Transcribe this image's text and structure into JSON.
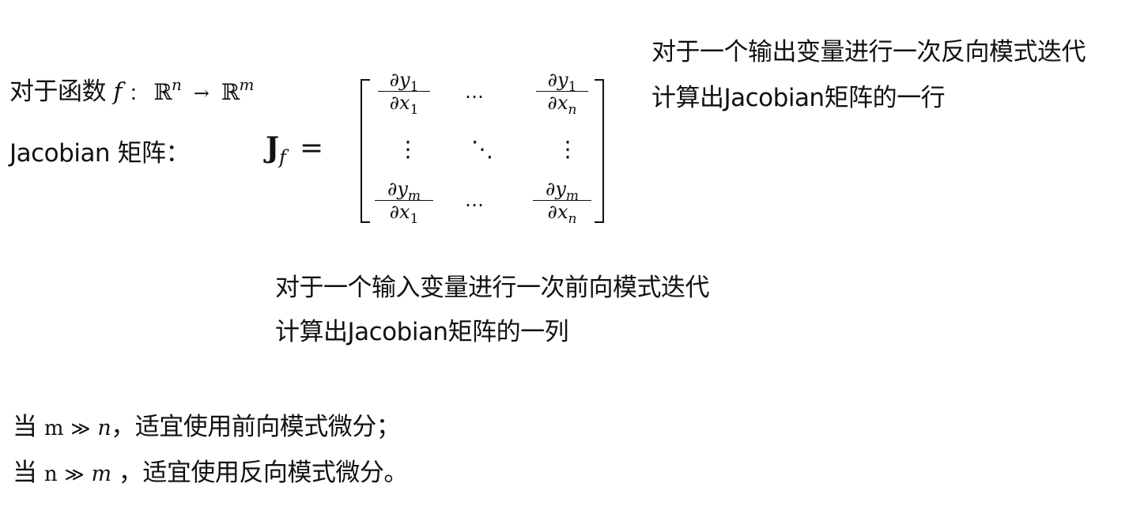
{
  "function_line": {
    "prefix": "对于函数",
    "f": "f",
    "colon": "：",
    "domain": "ℝ",
    "domain_exp": "n",
    "arrow": "→",
    "codomain": "ℝ",
    "codomain_exp": "m"
  },
  "jacobian_label": "Jacobian 矩阵：",
  "jacobian_symbol": {
    "bold": "J",
    "sub": "f",
    "equals": "="
  },
  "matrix": {
    "top_left": {
      "num_d": "∂y",
      "num_sub": "1",
      "den_d": "∂x",
      "den_sub": "1"
    },
    "top_right": {
      "num_d": "∂y",
      "num_sub": "1",
      "den_d": "∂x",
      "den_sub": "n"
    },
    "bottom_left": {
      "num_d": "∂y",
      "num_sub": "m",
      "den_d": "∂x",
      "den_sub": "1"
    },
    "bottom_right": {
      "num_d": "∂y",
      "num_sub": "m",
      "den_d": "∂x",
      "den_sub": "n"
    },
    "hdots": "⋯",
    "vdots": "⋮",
    "ddots": "⋱"
  },
  "reverse_note": {
    "line1": "对于一个输出变量进行一次反向模式迭代",
    "line2": "计算出Jacobian矩阵的一行"
  },
  "forward_note": {
    "line1": "对于一个输入变量进行一次前向模式迭代",
    "line2": "计算出Jacobian矩阵的一列"
  },
  "conclusion": {
    "line1_prefix": "当",
    "line1_var1": "m",
    "line1_gg": "≫",
    "line1_var2": "n",
    "line1_suffix": "，适宜使用前向模式微分；",
    "line2_prefix": "当",
    "line2_var1": "n",
    "line2_gg": "≫",
    "line2_var2": "m",
    "line2_suffix": "，适宜使用反向模式微分。"
  }
}
